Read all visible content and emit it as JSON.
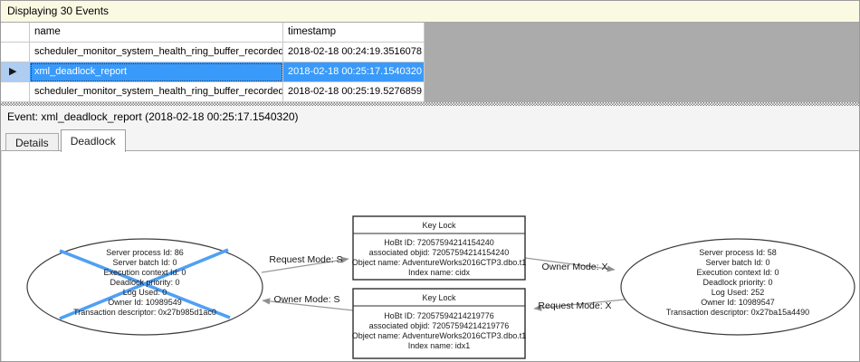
{
  "info_bar": {
    "text": "Displaying 30 Events"
  },
  "table": {
    "columns": [
      "name",
      "timestamp"
    ],
    "rows": [
      {
        "name": "scheduler_monitor_system_health_ring_buffer_recorded",
        "timestamp": "2018-02-18 00:24:19.3516078",
        "selected": false
      },
      {
        "name": "xml_deadlock_report",
        "timestamp": "2018-02-18 00:25:17.1540320",
        "selected": true
      },
      {
        "name": "scheduler_monitor_system_health_ring_buffer_recorded",
        "timestamp": "2018-02-18 00:25:19.5276859",
        "selected": false
      }
    ]
  },
  "icons": {
    "selected_row_arrow": "▶"
  },
  "event_bar": {
    "text": "Event: xml_deadlock_report (2018-02-18 00:25:17.1540320)"
  },
  "tabs": [
    {
      "label": "Details",
      "active": false
    },
    {
      "label": "Deadlock",
      "active": true
    }
  ],
  "graph": {
    "processes": [
      {
        "victim": true,
        "lines": [
          "Server process Id: 86",
          "Server batch Id: 0",
          "Execution context Id: 0",
          "Deadlock priority: 0",
          "Log Used: 0",
          "Owner Id: 10989549",
          "Transaction descriptor: 0x27b985d1ac0"
        ]
      },
      {
        "victim": false,
        "lines": [
          "Server process Id: 58",
          "Server batch Id: 0",
          "Execution context Id: 0",
          "Deadlock priority: 0",
          "Log Used: 252",
          "Owner Id: 10989547",
          "Transaction descriptor: 0x27ba15a4490"
        ]
      }
    ],
    "resources": [
      {
        "title": "Key Lock",
        "lines": [
          "HoBt ID: 72057594214154240",
          "associated objid: 72057594214154240",
          "Object name: AdventureWorks2016CTP3.dbo.t1",
          "Index name: cidx"
        ]
      },
      {
        "title": "Key Lock",
        "lines": [
          "HoBt ID: 72057594214219776",
          "associated objid: 72057594214219776",
          "Object name: AdventureWorks2016CTP3.dbo.t1",
          "Index name: idx1"
        ]
      }
    ],
    "edges": [
      {
        "label": "Request Mode: S"
      },
      {
        "label": "Owner Mode: S"
      },
      {
        "label": "Owner Mode: X"
      },
      {
        "label": "Request Mode: X"
      }
    ],
    "colors": {
      "victim_x": "#4fa0f4",
      "edge": "#999999",
      "node_border": "#3c3c3c"
    }
  },
  "colors": {
    "selection_blue": "#3a9afa",
    "selection_header_blue": "#aecdf0",
    "info_bar_bg": "#fafae3",
    "grid_filler_gray": "#ababab"
  }
}
